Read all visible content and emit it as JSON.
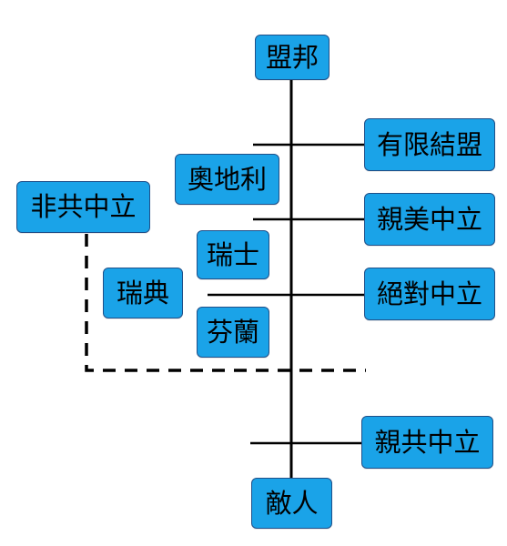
{
  "colors": {
    "box_fill": "#1aa3e8",
    "box_border": "#1f4f88",
    "line": "#000000",
    "text": "#000000"
  },
  "nodes": {
    "top": "盟邦",
    "bottom": "敵人",
    "right_1": "有限結盟",
    "right_2": "親美中立",
    "right_3": "絕對中立",
    "right_4": "親共中立",
    "left_group": "非共中立",
    "austria": "奧地利",
    "switzerland": "瑞士",
    "sweden": "瑞典",
    "finland": "芬蘭"
  }
}
